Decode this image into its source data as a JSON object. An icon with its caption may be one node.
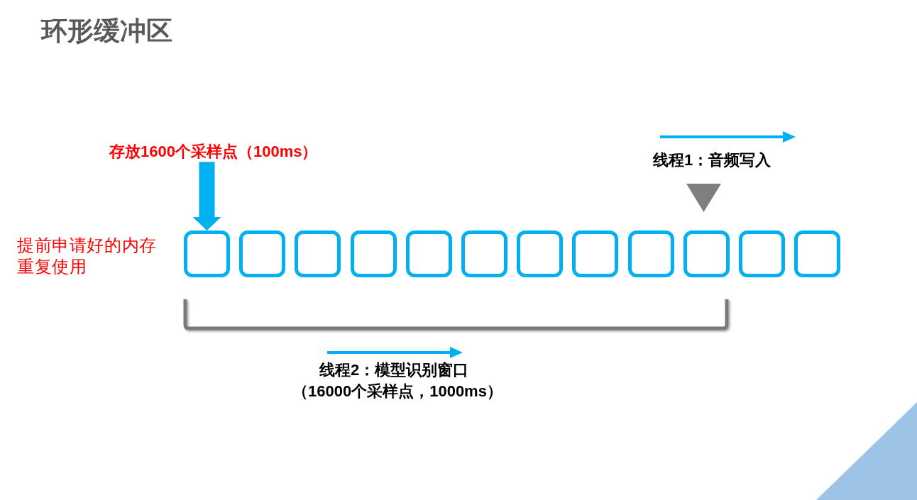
{
  "diagram": {
    "title": "环形缓冲区",
    "nodes": [
      {
        "text": [
          "存放1600个采样点（100ms）"
        ]
      },
      {
        "text": [],
        "shape": "box"
      },
      {
        "text": [],
        "shape": "box"
      },
      {
        "text": [],
        "shape": "box"
      },
      {
        "text": [],
        "shape": "box"
      },
      {
        "text": [],
        "shape": "box"
      },
      {
        "text": [],
        "shape": "box"
      },
      {
        "text": [],
        "shape": "box"
      },
      {
        "text": [],
        "shape": "box"
      },
      {
        "text": [],
        "shape": "box"
      },
      {
        "text": [],
        "shape": "box"
      },
      {
        "text": [],
        "shape": "box"
      },
      {
        "text": [],
        "shape": "box"
      }
    ],
    "edges": [
      {
        "from": 0,
        "to": 1,
        "arrow": "to"
      }
    ],
    "labels": [
      "线程1：音频写入",
      "提前申请好的内存重复使用",
      "线程2：模型识别窗口",
      "（16000个采样点，1000ms）"
    ]
  }
}
